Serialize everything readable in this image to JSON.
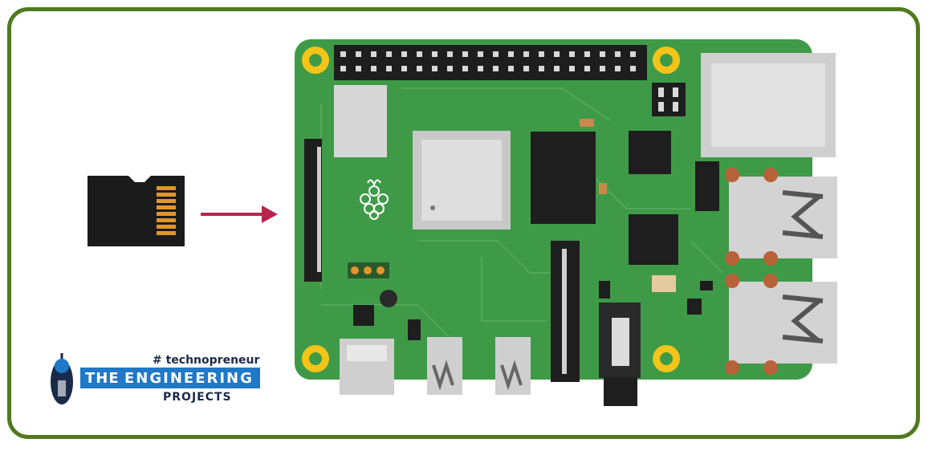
{
  "logo": {
    "tagline": "# technopreneur",
    "word_the": "THE",
    "word_engineering": "ENGINEERING",
    "word_projects": "PROJECTS"
  },
  "colors": {
    "frame": "#4f7a1f",
    "board": "#3f9a48",
    "arrow": "#b8244a",
    "logo_blue": "#1f78c8",
    "logo_dark": "#1a2a4a"
  },
  "icons": [
    "microsd-card-icon",
    "arrow-right-icon",
    "raspberry-pi-board-icon",
    "raspberry-logo-icon",
    "robot-mascot-icon"
  ]
}
